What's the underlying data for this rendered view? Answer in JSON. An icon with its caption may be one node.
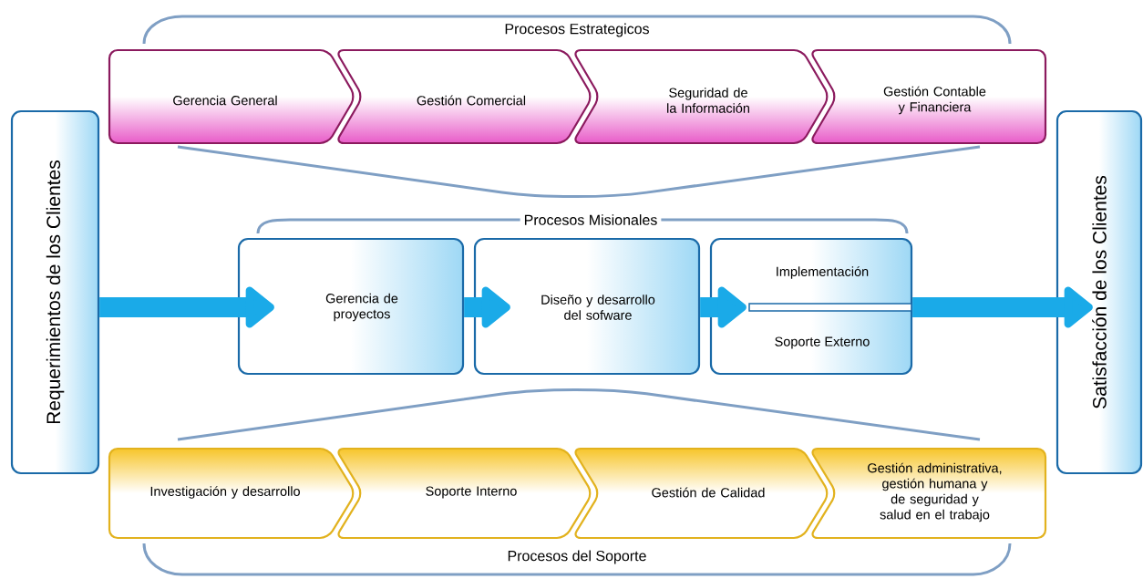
{
  "diagram": {
    "nodes": [
      {
        "text": [
          "Requerimientos de los Clientes"
        ]
      },
      {
        "text": [
          "Gerencia General"
        ]
      },
      {
        "text": [
          "Gestión Comercial"
        ]
      },
      {
        "text": [
          "Seguridad de la Información"
        ]
      },
      {
        "text": [
          "Gestión Contable y Financiera"
        ]
      },
      {
        "text": [
          "Gerencia de proyectos"
        ]
      },
      {
        "text": [
          "Diseño y desarrollo del sofware"
        ]
      },
      {
        "text": [
          "Implementación",
          "Soporte Externo"
        ]
      },
      {
        "text": [
          "Satisfacción de los Clientes"
        ]
      },
      {
        "text": [
          "Investigación y desarrollo"
        ]
      },
      {
        "text": [
          "Soporte Interno"
        ]
      },
      {
        "text": [
          "Gestión de Calidad"
        ]
      },
      {
        "text": [
          "Gestión administrativa, gestión humana y de seguridad y salud en el trabajo"
        ]
      }
    ],
    "edges": [
      {
        "from": 0,
        "to": 5,
        "arrow": "to"
      },
      {
        "from": 5,
        "to": 6,
        "arrow": "to"
      },
      {
        "from": 6,
        "to": 7,
        "arrow": "to"
      },
      {
        "from": 7,
        "to": 8,
        "arrow": "to"
      }
    ],
    "labels": [
      "Procesos Estrategicos",
      "Procesos Misionales",
      "Procesos del Soporte"
    ]
  }
}
